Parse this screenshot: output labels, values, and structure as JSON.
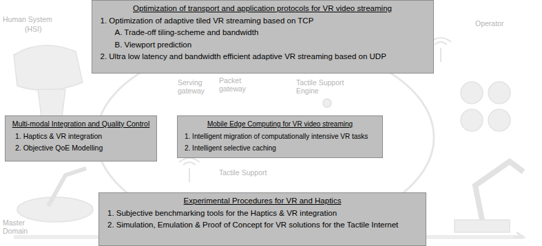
{
  "diagram": {
    "nodes": [
      {
        "text": [
          "Optimization of transport and application protocols for VR video streaming",
          "1. Optimization of adaptive tiled VR streaming based on TCP",
          "A. Trade-off tiling-scheme and bandwidth",
          "B. Viewport prediction",
          "2. Ultra low latency and bandwidth efficient adaptive VR streaming based on UDP"
        ]
      },
      {
        "text": [
          "Multi-modal Integration and Quality Control",
          "1. Haptics & VR integration",
          "2. Objective QoE Modelling"
        ]
      },
      {
        "text": [
          "Mobile Edge Computing for VR video streaming",
          "1. Intelligent migration of computationally intensive VR tasks",
          "2. Intelligent selective caching"
        ]
      },
      {
        "text": [
          "Experimental Procedures for VR and Haptics",
          "1. Subjective benchmarking tools for the Haptics & VR integration",
          "2. Simulation, Emulation & Proof of Concept for VR solutions for the Tactile Internet"
        ]
      }
    ],
    "labels": [
      "Human System",
      "(HSI)",
      "Serving gateway",
      "Packet gateway",
      "Tactile Support Engine",
      "Tactile Support",
      "Operator",
      "Master Domain"
    ]
  }
}
